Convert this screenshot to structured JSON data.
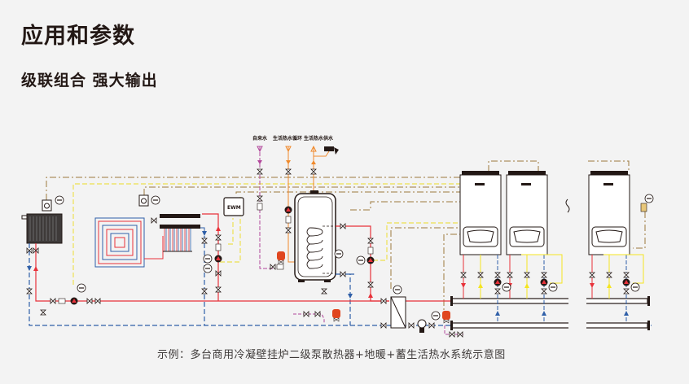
{
  "header": {
    "title": "应用和参数",
    "subtitle": "级联组合  强大输出"
  },
  "diagram": {
    "caption": "示例：多台商用冷凝壁挂炉二级泵散热器+地暖+蓄生活热水系统示意图",
    "water_labels": {
      "cold_water": "自来水",
      "dhw_circulation": "生活热水循环",
      "dhw_supply": "生活热水供水"
    },
    "controller_label": "EWM",
    "colors": {
      "supply": "#e8323a",
      "return": "#2f5fa8",
      "dhw": "#f08a2c",
      "cold_water": "#b2479b",
      "signal_brown": "#9c7a3c",
      "signal_yellow": "#f0e040",
      "boiler_yellow": "#f5e520",
      "header_pipe": "#231815"
    },
    "boilers": [
      {
        "name": "boiler-1"
      },
      {
        "name": "boiler-2"
      },
      {
        "name": "boiler-n"
      }
    ]
  }
}
